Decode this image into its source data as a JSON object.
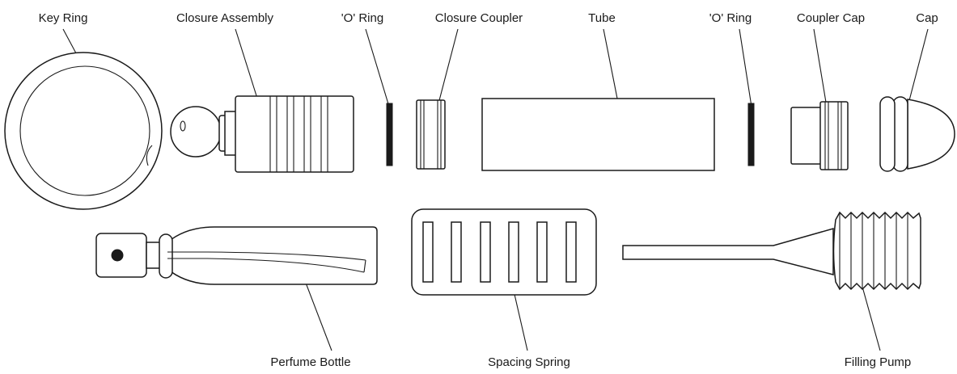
{
  "labels": {
    "key_ring": "Key Ring",
    "closure_assembly": "Closure Assembly",
    "o_ring_1": "'O' Ring",
    "closure_coupler": "Closure Coupler",
    "tube": "Tube",
    "o_ring_2": "'O' Ring",
    "coupler_cap": "Coupler Cap",
    "cap": "Cap",
    "perfume_bottle": "Perfume Bottle",
    "spacing_spring": "Spacing Spring",
    "filling_pump": "Filling Pump"
  }
}
